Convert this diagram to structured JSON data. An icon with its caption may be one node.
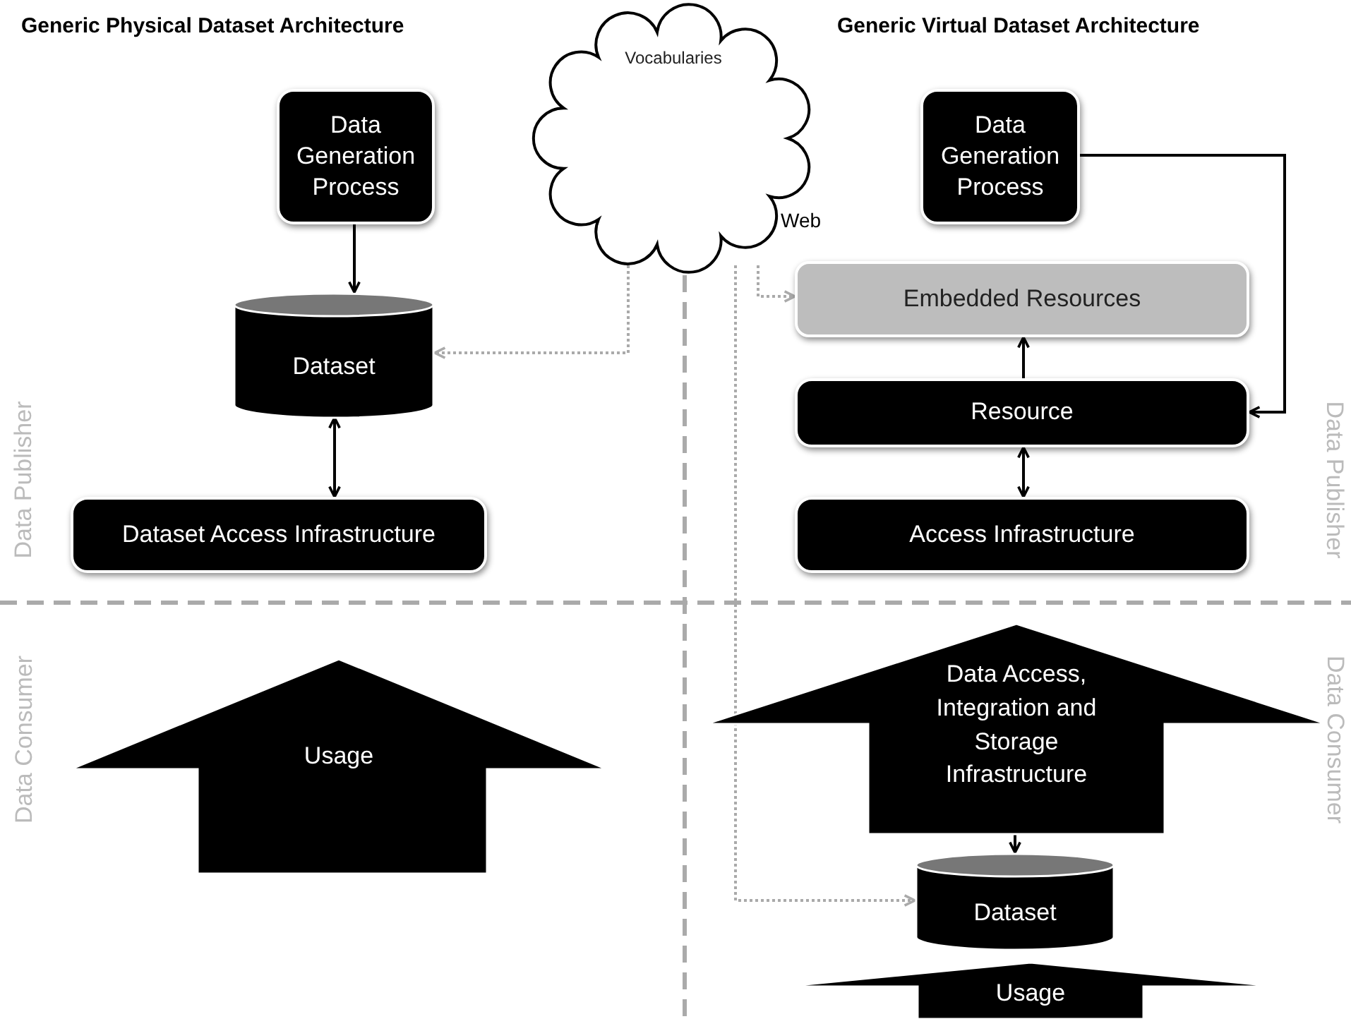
{
  "diagram": {
    "nodes": [
      {
        "text": [
          "Data Generation Process"
        ]
      },
      {
        "text": [
          "Dataset"
        ]
      },
      {
        "text": [
          "Dataset Access Infrastructure"
        ]
      },
      {
        "text": [
          "Usage"
        ]
      },
      {
        "text": [
          "Vocabularies"
        ]
      },
      {
        "text": [
          "Data Generation Process"
        ]
      },
      {
        "text": [
          "Embedded Resources"
        ]
      },
      {
        "text": [
          "Resource"
        ]
      },
      {
        "text": [
          "Access Infrastructure"
        ]
      },
      {
        "text": [
          "Data Access, Integration and Storage Infrastructure"
        ]
      },
      {
        "text": [
          "Dataset"
        ]
      },
      {
        "text": [
          "Usage"
        ]
      }
    ],
    "edges": [
      {
        "from": 0,
        "to": 1,
        "arrow": "to"
      },
      {
        "from": 1,
        "to": 2,
        "arrow": "both"
      },
      {
        "from": 4,
        "to": 1,
        "arrow": "to",
        "style": "dashed",
        "color": "#aaaaaa"
      },
      {
        "from": 4,
        "to": 6,
        "arrow": "to",
        "style": "dashed",
        "color": "#aaaaaa"
      },
      {
        "from": 4,
        "to": 10,
        "arrow": "to",
        "style": "dashed",
        "color": "#aaaaaa"
      },
      {
        "from": 5,
        "to": 7,
        "arrow": "to"
      },
      {
        "from": 7,
        "to": 6,
        "arrow": "to"
      },
      {
        "from": 7,
        "to": 8,
        "arrow": "both"
      },
      {
        "from": 9,
        "to": 10,
        "arrow": "to"
      }
    ],
    "labels": [
      "Generic Physical Dataset Architecture",
      "Generic Virtual Dataset Architecture",
      "Web",
      "Data Publisher",
      "Data Consumer",
      "Data Publisher",
      "Data Consumer"
    ]
  }
}
